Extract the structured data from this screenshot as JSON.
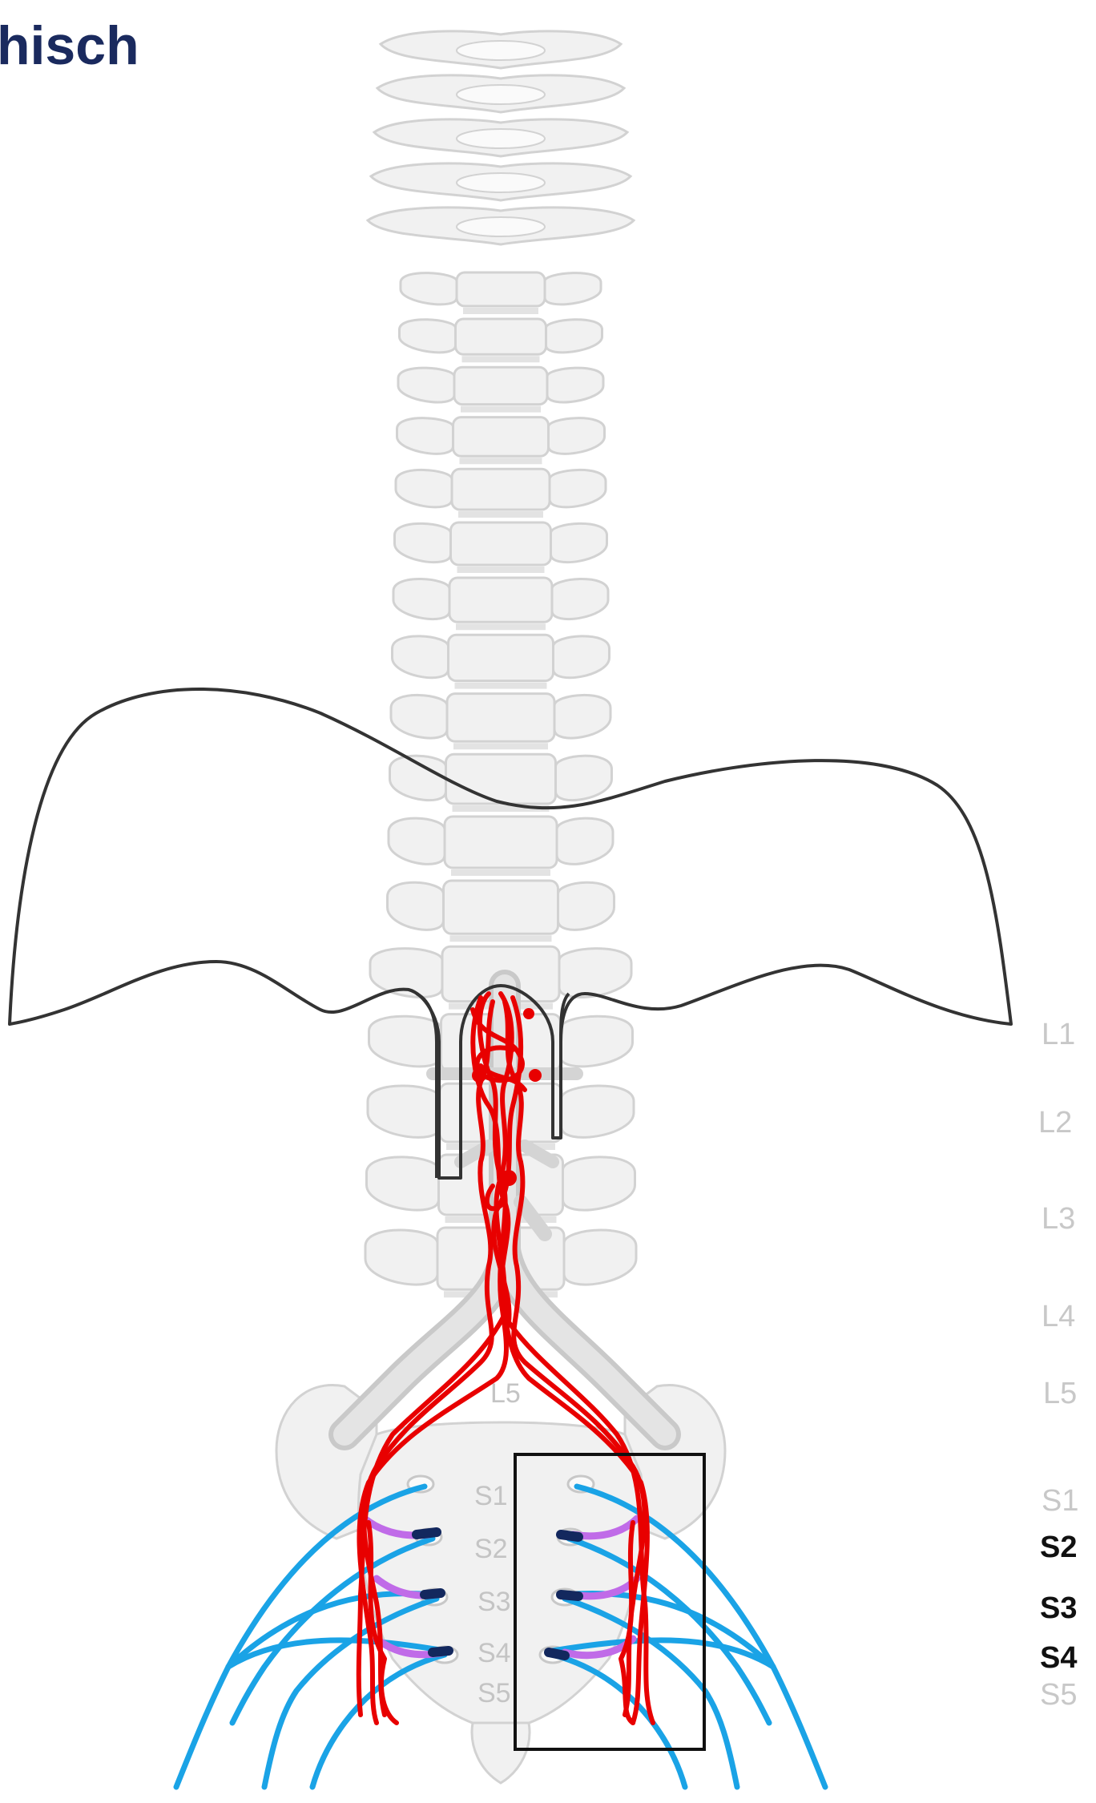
{
  "title": "hisch",
  "right_labels": [
    {
      "text": "L1",
      "emphasis": false
    },
    {
      "text": "L2",
      "emphasis": false
    },
    {
      "text": "L3",
      "emphasis": false
    },
    {
      "text": "L4",
      "emphasis": false
    },
    {
      "text": "L5",
      "emphasis": false
    },
    {
      "text": "S1",
      "emphasis": false
    },
    {
      "text": "S2",
      "emphasis": true
    },
    {
      "text": "S3",
      "emphasis": true
    },
    {
      "text": "S4",
      "emphasis": true
    },
    {
      "text": "S5",
      "emphasis": false
    }
  ],
  "spine_labels": {
    "l5": "L5",
    "s1": "S1",
    "s2": "S2",
    "s3": "S3",
    "s4": "S4",
    "s5": "S5"
  },
  "colors": {
    "bone_fill": "#f1f1f1",
    "bone_stroke": "#d2d2d2",
    "vessel": "#e80000",
    "nerve": "#1aa3e6",
    "root_purple": "#c06be8",
    "root_navy": "#13285e",
    "outline": "#333333",
    "title": "#1a2a5e"
  }
}
